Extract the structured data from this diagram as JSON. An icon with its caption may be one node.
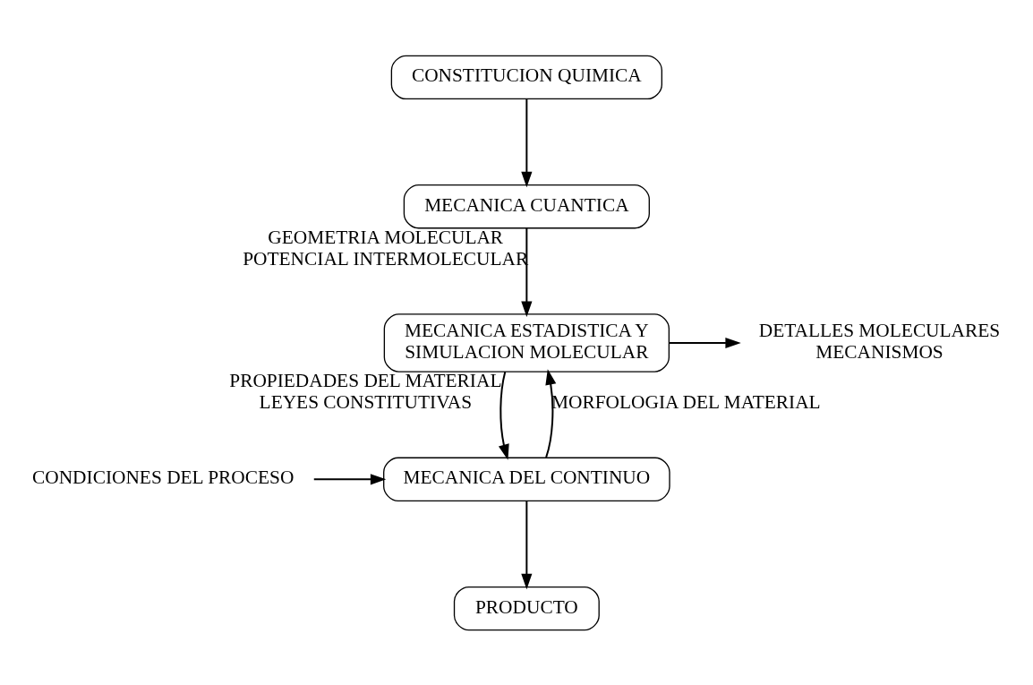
{
  "diagram": {
    "nodes": [
      {
        "text": [
          "CONSTITUCION QUIMICA"
        ]
      },
      {
        "text": [
          "MECANICA CUANTICA"
        ]
      },
      {
        "text": [
          "MECANICA ESTADISTICA Y SIMULACION MOLECULAR"
        ]
      },
      {
        "text": [
          "MECANICA DEL CONTINUO"
        ]
      },
      {
        "text": [
          "PRODUCTO"
        ]
      },
      {
        "text": [
          "DETALLES MOLECULARES",
          "MECANISMOS"
        ]
      },
      {
        "text": [
          "CONDICIONES DEL PROCESO"
        ]
      }
    ],
    "edges": [
      {
        "from": 0,
        "to": 1,
        "arrow": "to"
      },
      {
        "from": 1,
        "to": 2,
        "arrow": "to",
        "label": "GEOMETRIA MOLECULAR POTENCIAL INTERMOLECULAR"
      },
      {
        "from": 2,
        "to": 5,
        "arrow": "to"
      },
      {
        "from": 3,
        "to": 2,
        "arrow": "to",
        "label": "MORFOLOGIA DEL MATERIAL"
      },
      {
        "from": 2,
        "to": 3,
        "arrow": "to",
        "label": "PROPIEDADES DEL MATERIAL LEYES CONSTITUTIVAS"
      },
      {
        "from": 6,
        "to": 3,
        "arrow": "to"
      },
      {
        "from": 3,
        "to": 4,
        "arrow": "to"
      }
    ]
  }
}
